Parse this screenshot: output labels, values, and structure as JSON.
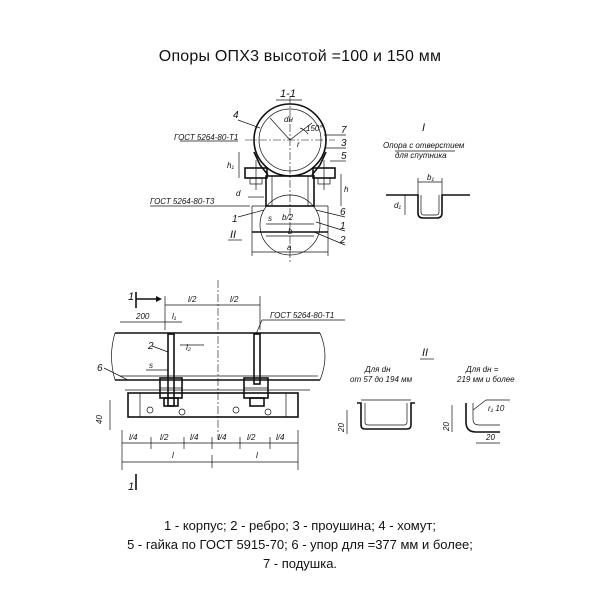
{
  "title": "Опоры ОПХ3 высотой  =100 и 150 мм",
  "section_1_1": {
    "heading": "1-1",
    "labels": {
      "gost_top": "ГОСТ 5264-80-Т1",
      "gost_bottom": "ГОСТ 5264-80-Т3",
      "angle": "150°",
      "dn": "dн",
      "r1": "r",
      "h1": "h₁",
      "h": "h",
      "d": "d",
      "s": "s",
      "b2": "b/2",
      "b": "b",
      "a": "a",
      "roman_two": "II"
    },
    "part_numbers": {
      "n4": "4",
      "n7": "7",
      "n3": "3",
      "n5": "5",
      "n1": "1",
      "n6": "6",
      "n1b": "1",
      "n2": "2"
    }
  },
  "detail_I": {
    "roman": "I",
    "note_line1": "Опора с отверстием",
    "note_line2": "для спутника",
    "b1": "b₁",
    "d1": "d₁"
  },
  "front_view": {
    "section_mark": "1",
    "dim_200": "200",
    "l12_a": "l/2",
    "l12_b": "l/2",
    "l1": "l₁",
    "l2": "l₂",
    "gost": "ГОСТ 5264-80-Т1",
    "part_2": "2",
    "part_6": "6",
    "s": "s",
    "h40": "40",
    "bottom_dims": [
      "l/4",
      "l/2",
      "l/4",
      "l/4",
      "l/2",
      "l/4"
    ],
    "l_a": "l",
    "l_b": "l",
    "section_mark_bottom": "1"
  },
  "detail_II": {
    "roman": "II",
    "left_note_1": "Для dн",
    "left_note_2": "от 57 до 194 мм",
    "right_note_1": "Для dн =",
    "right_note_2": "219 мм и более",
    "dim_20_left": "20",
    "dim_20_right_v": "20",
    "dim_20_right_h": "20",
    "r1_10": "r₁ 10"
  },
  "caption": {
    "line1": "1 - корпус; 2 - ребро; 3 - проушина; 4 - хомут;",
    "line2": "5 - гайка по ГОСТ 5915-70; 6 - упор для  =377 мм и более;",
    "line3": "7 - подушка."
  }
}
